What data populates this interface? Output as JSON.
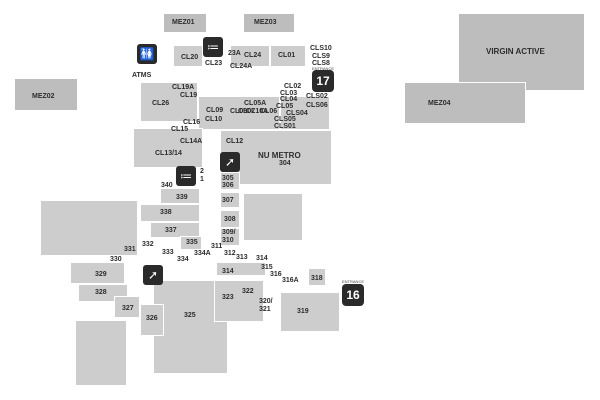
{
  "map": {
    "anchors": {
      "virgin_active": "VIRGIN ACTIVE",
      "nu_metro": "NU METRO",
      "nu_metro_no": "304",
      "mez01": "MEZ01",
      "mez02": "MEZ02",
      "mez03": "MEZ03",
      "mez04": "MEZ04",
      "atms": "ATMS"
    },
    "shops": {
      "cl01": "CL01",
      "cl02": "CL02",
      "cl03": "CL03",
      "cl04": "CL04",
      "cl05": "CL05",
      "cl05a": "CL05A",
      "cl06": "CL06",
      "cl07": "CL07",
      "cl08": "CL08",
      "cl09": "CL09",
      "cl10": "CL10",
      "cl10a": "CL10A",
      "cl12": "CL12",
      "cl13_14": "CL13/14",
      "cl14a": "CL14A",
      "cl15": "CL15",
      "cl16": "CL16",
      "cl19": "CL19",
      "cl19a": "CL19A",
      "cl20": "CL20",
      "cl23": "CL23",
      "cl23a": "23A",
      "cl24": "CL24",
      "cl24a": "CL24A",
      "cl26": "CL26",
      "cls01": "CLS01",
      "cls02": "CLS02",
      "cls04": "CLS04",
      "cls05": "CLS05",
      "cls06": "CLS06",
      "cls8": "CLS8",
      "cls9": "CLS9",
      "cls10": "CLS10",
      "s305": "305",
      "s306": "306",
      "s307": "307",
      "s308": "308",
      "s309_310": "309/\n310",
      "s311": "311",
      "s312": "312",
      "s313": "313",
      "s314a": "314",
      "s314b": "314",
      "s315": "315",
      "s316": "316",
      "s316a": "316A",
      "s318": "318",
      "s319": "319",
      "s320_321": "320/\n321",
      "s322": "322",
      "s323": "323",
      "s325": "325",
      "s326": "326",
      "s327": "327",
      "s328": "328",
      "s329": "329",
      "s330": "330",
      "s331": "331",
      "s332": "332",
      "s333": "333",
      "s334": "334",
      "s334a": "334A",
      "s335": "335",
      "s337": "337",
      "s338": "338",
      "s339": "339",
      "s340": "340",
      "s2": "2",
      "s1": "1"
    },
    "entrances": {
      "e17": "17",
      "e16": "16",
      "e17_label": "ENTRANCE",
      "e16_label": "ENTRANCE"
    },
    "icons": [
      "toilets-icon",
      "stairs-icon",
      "escalator-icon"
    ]
  }
}
